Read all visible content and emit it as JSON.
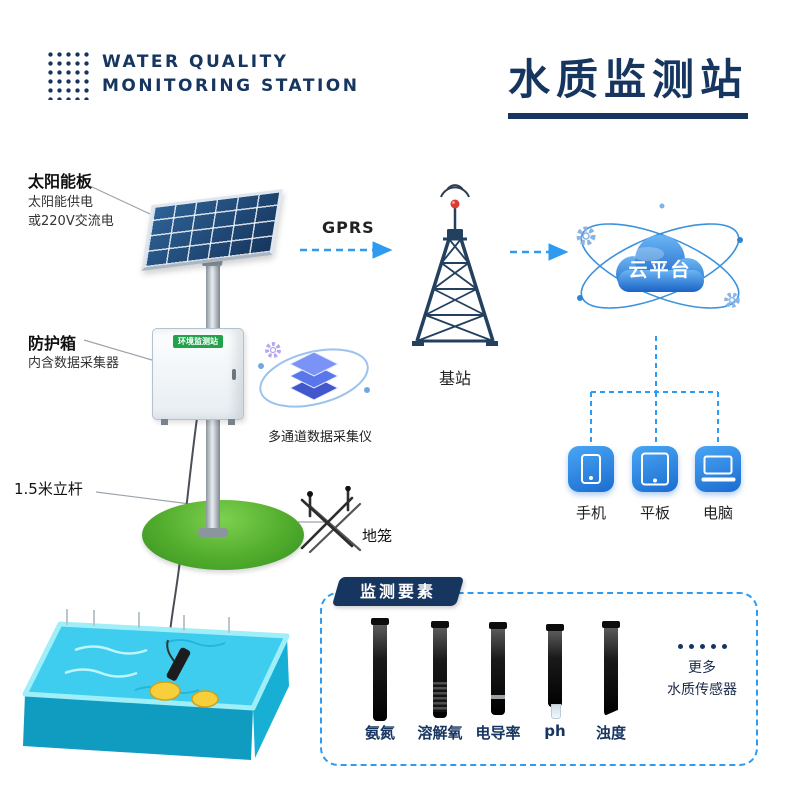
{
  "header": {
    "brand_line1": "WATER QUALITY",
    "brand_line2": "MONITORING STATION",
    "title": "水质监测站"
  },
  "station": {
    "solar_label": "太阳能板",
    "solar_sub1": "太阳能供电",
    "solar_sub2": "或220V交流电",
    "box_label": "防护箱",
    "box_sub": "内含数据采集器",
    "cabinet_plate": "环境监测站",
    "pole_label": "1.5米立杆",
    "cage_label": "地笼"
  },
  "network": {
    "gprs_label": "GPRS",
    "tower_label": "基站",
    "cloud_label": "云平台",
    "collector_label": "多通道数据采集仪",
    "devices": [
      {
        "label": "手机"
      },
      {
        "label": "平板"
      },
      {
        "label": "电脑"
      }
    ]
  },
  "monitor_panel": {
    "title": "监测要素",
    "sensors": [
      {
        "label": "氨氮"
      },
      {
        "label": "溶解氧"
      },
      {
        "label": "电导率"
      },
      {
        "label": "ph"
      },
      {
        "label": "浊度"
      }
    ],
    "more_line1": "更多",
    "more_line2": "水质传感器"
  },
  "colors": {
    "navy": "#16355f",
    "accent_blue": "#2e9bf0",
    "water_cyan": "#3ecdee",
    "grass_green": "#52ad2d",
    "cloud_blue": "#1b63c6",
    "plate_green": "#23a24c",
    "beacon_red": "#e03a2f",
    "float_yellow": "#f6cf3a"
  }
}
